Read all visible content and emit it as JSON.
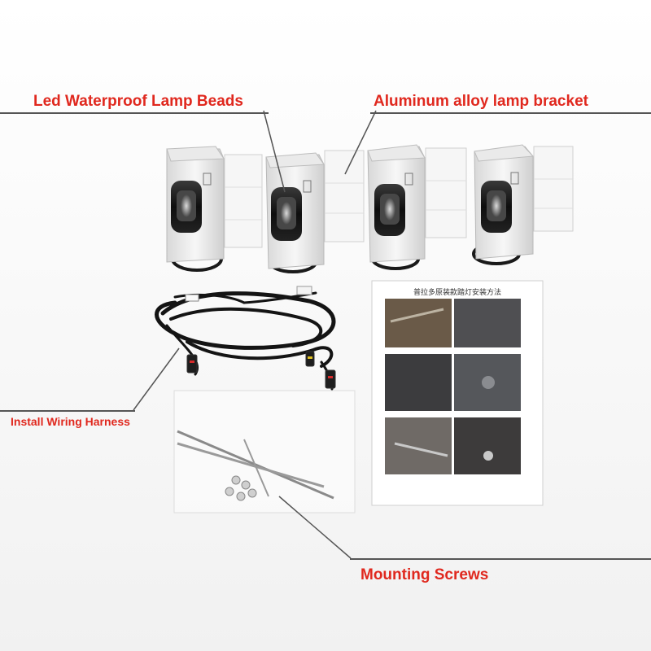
{
  "callouts": {
    "lamp_beads": "Led Waterproof Lamp Beads",
    "bracket": "Aluminum alloy lamp bracket",
    "harness": "Install Wiring Harness",
    "screws": "Mounting Screws"
  },
  "instruction_sheet": {
    "title": "普拉多原装款踏灯安装方法"
  },
  "colors": {
    "callout_text": "#e0281e",
    "leader_line": "#555555",
    "background": "#f4f4f4",
    "cable": "#141414"
  }
}
